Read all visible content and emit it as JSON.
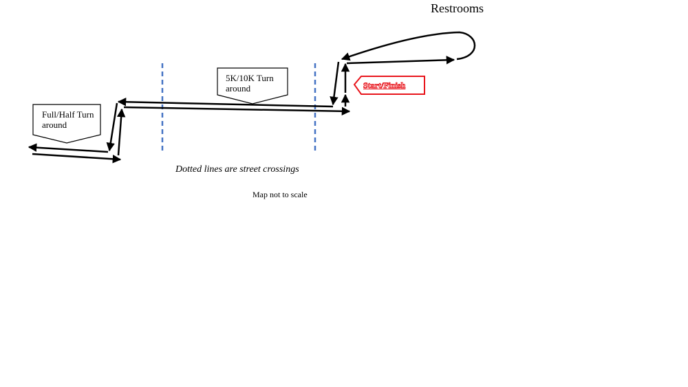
{
  "labels": {
    "restrooms": "Restrooms",
    "full_half_turn": "Full/Half Turn around",
    "five_ten_turn": "5K/10K Turn around",
    "start_finish": "Start/Finish",
    "street_crossings_note": "Dotted lines are street crossings",
    "scale_note": "Map not to scale"
  },
  "colors": {
    "route": "#000000",
    "street_crossing": "#4472c4",
    "start_finish": "#e8141b",
    "background": "#ffffff"
  }
}
